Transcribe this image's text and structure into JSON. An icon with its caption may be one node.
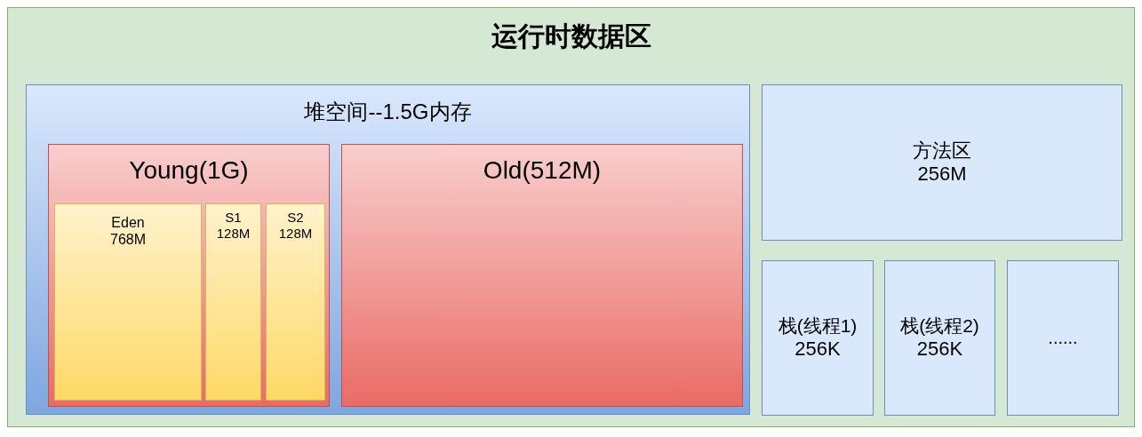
{
  "diagram": {
    "nodes": [
      {
        "text": [
          "运行时数据区"
        ]
      },
      {
        "text": [
          "堆空间--1.5G内存"
        ],
        "in": 0
      },
      {
        "text": [
          "Young(1G)"
        ],
        "in": 1
      },
      {
        "text": [
          "Eden",
          "768M"
        ],
        "in": 2
      },
      {
        "text": [
          "S1",
          "128M"
        ],
        "in": 2
      },
      {
        "text": [
          "S2",
          "128M"
        ],
        "in": 2
      },
      {
        "text": [
          "Old(512M)"
        ],
        "in": 1
      },
      {
        "text": [
          "方法区",
          "256M"
        ],
        "in": 0
      },
      {
        "text": [
          "栈(线程1)",
          "256K"
        ],
        "in": 0
      },
      {
        "text": [
          "栈(线程2)",
          "256K"
        ],
        "in": 0
      },
      {
        "text": [
          "......"
        ],
        "in": 0
      }
    ]
  }
}
